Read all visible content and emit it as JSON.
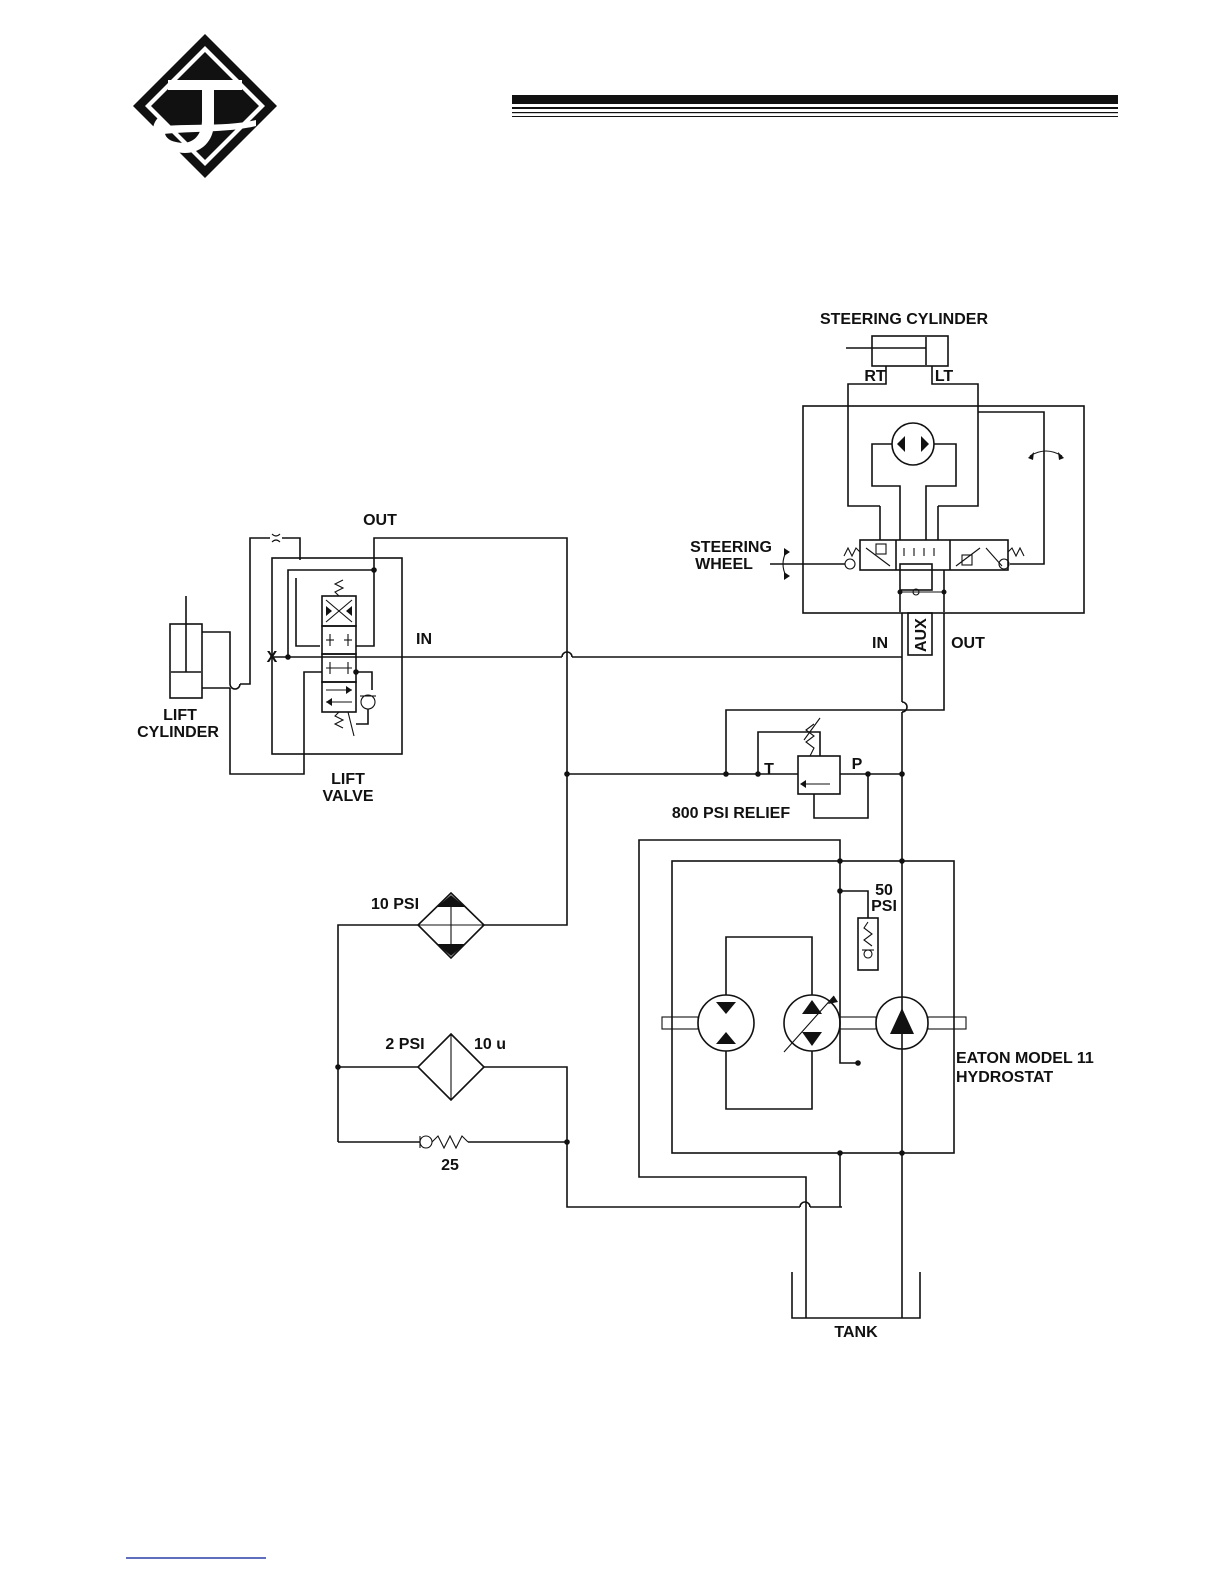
{
  "colors": {
    "ink": "#111111",
    "paper": "#ffffff",
    "footer_rule": "#2b3fa8"
  },
  "logo": {
    "icon": "diamond-j-logo-icon"
  },
  "labels": {
    "steering_cylinder": "STEERING CYLINDER",
    "rt": "RT",
    "lt": "LT",
    "steering_wheel_1": "STEERING",
    "steering_wheel_2": "WHEEL",
    "out_top": "OUT",
    "in_left": "IN",
    "in_right": "IN",
    "aux": "AUX",
    "out_right": "OUT",
    "lift_cylinder_1": "LIFT",
    "lift_cylinder_2": "CYLINDER",
    "lift_valve_1": "LIFT",
    "lift_valve_2": "VALVE",
    "x_mark": "X",
    "t_port": "T",
    "p_port": "P",
    "relief": "800 PSI RELIEF",
    "filter_10psi": "10 PSI",
    "filter_2psi": "2 PSI",
    "filter_10u": "10 u",
    "check_25": "25",
    "psi50_a": "50",
    "psi50_b": "PSI",
    "eaton_1": "EATON MODEL 11",
    "eaton_2": "HYDROSTAT",
    "tank": "TANK"
  }
}
